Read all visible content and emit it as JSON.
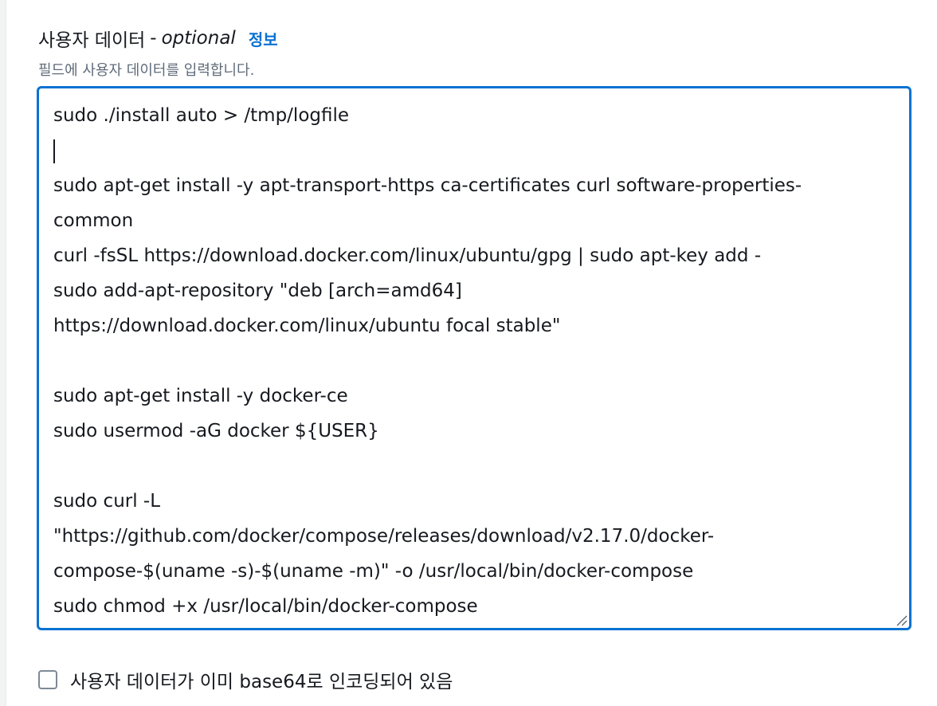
{
  "user_data_field": {
    "label": "사용자 데이터",
    "separator": "-",
    "optional_label": "optional",
    "info_link": "정보",
    "description": "필드에 사용자 데이터를 입력합니다.",
    "lines": [
      "sudo ./install auto > /tmp/logfile",
      "",
      "sudo apt-get install -y apt-transport-https ca-certificates curl software-properties-",
      "common",
      "curl -fsSL https://download.docker.com/linux/ubuntu/gpg | sudo apt-key add -",
      "sudo add-apt-repository \"deb [arch=amd64]",
      "https://download.docker.com/linux/ubuntu focal stable\"",
      "",
      "sudo apt-get install -y docker-ce",
      "sudo usermod -aG docker ${USER}",
      "",
      "sudo curl -L",
      "\"https://github.com/docker/compose/releases/download/v2.17.0/docker-",
      "compose-$(uname -s)-$(uname -m)\" -o /usr/local/bin/docker-compose",
      "sudo chmod +x /usr/local/bin/docker-compose"
    ]
  },
  "base64_checkbox": {
    "label": "사용자 데이터가 이미 base64로 인코딩되어 있음",
    "checked": false
  },
  "colors": {
    "focus_border": "#0972d3",
    "info_link": "#0972d3",
    "description_text": "#5f6b7a"
  }
}
